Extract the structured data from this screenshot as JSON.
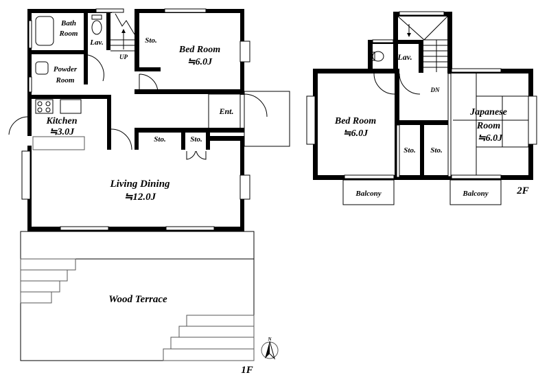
{
  "floor_1": {
    "label": "1F",
    "rooms": {
      "bath": {
        "line1": "Bath",
        "line2": "Room"
      },
      "lav": "Lav.",
      "stairs_up": "UP",
      "powder": {
        "line1": "Powder",
        "line2": "Room"
      },
      "bed_storage": "Sto.",
      "bedroom": {
        "name": "Bed Room",
        "size": "≒6.0J"
      },
      "kitchen": {
        "name": "Kitchen",
        "size": "≒3.0J"
      },
      "entrance": "Ent.",
      "storage_1": "Sto.",
      "storage_2": "Sto.",
      "living": {
        "name": "Living Dining",
        "size": "≒12.0J"
      },
      "terrace": "Wood Terrace"
    },
    "compass": "N"
  },
  "floor_2": {
    "label": "2F",
    "rooms": {
      "lav": "Lav.",
      "stairs_down": "DN",
      "bedroom": {
        "name": "Bed Room",
        "size": "≒6.0J"
      },
      "storage_1": "Sto.",
      "storage_2": "Sto.",
      "japanese": {
        "line1": "Japanese",
        "line2": "Room",
        "size": "≒6.0J"
      },
      "balcony_1": "Balcony",
      "balcony_2": "Balcony"
    }
  }
}
